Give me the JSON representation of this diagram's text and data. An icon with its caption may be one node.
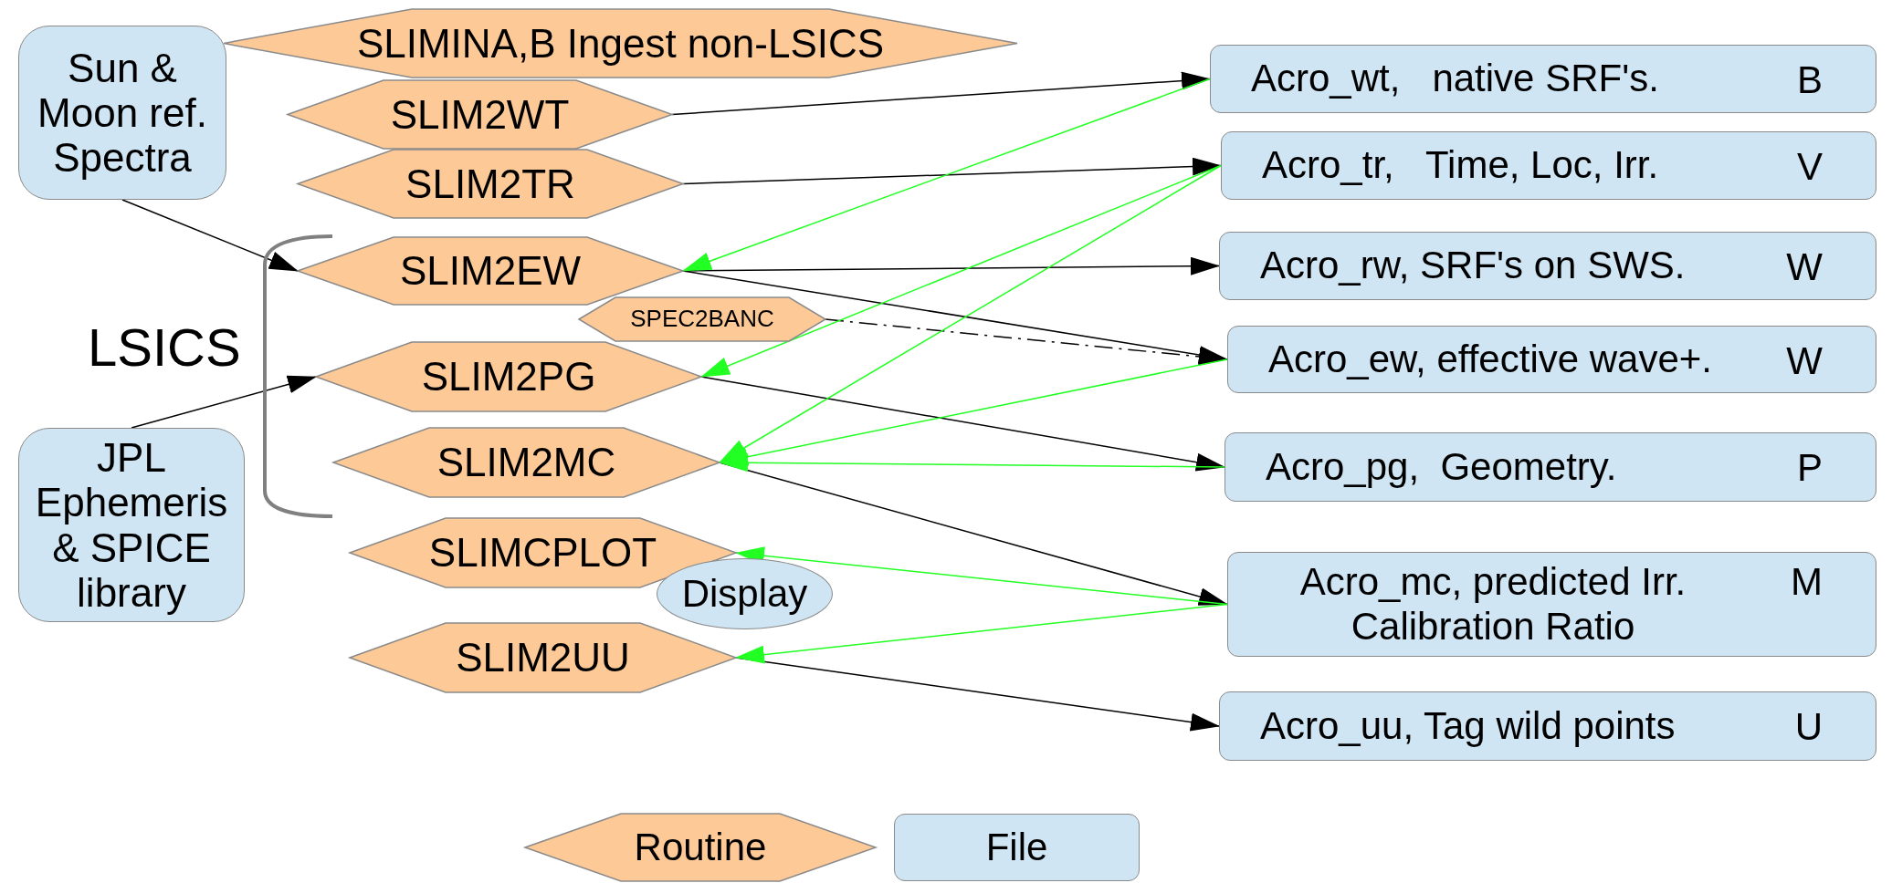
{
  "diagram": {
    "nodes": [
      {
        "text": [
          "Sun & Moon ref. Spectra"
        ]
      },
      {
        "text": [
          "SLIMINA,B Ingest non-LSICS"
        ]
      },
      {
        "text": [
          "SLIM2WT"
        ]
      },
      {
        "text": [
          "SLIM2TR"
        ]
      },
      {
        "text": [
          "SLIM2EW"
        ]
      },
      {
        "text": [
          "SPEC2BANC"
        ]
      },
      {
        "text": [
          "SLIM2PG"
        ]
      },
      {
        "text": [
          "JPL Ephemeris & SPICE library"
        ]
      },
      {
        "text": [
          "SLIM2MC"
        ]
      },
      {
        "text": [
          "SLIMCPLOT"
        ]
      },
      {
        "text": [
          "Display"
        ]
      },
      {
        "text": [
          "SLIM2UU"
        ]
      },
      {
        "text": [
          "Acro_wt,   native SRF's.",
          "B"
        ]
      },
      {
        "text": [
          "Acro_tr,   Time, Loc, Irr.",
          "V"
        ]
      },
      {
        "text": [
          "Acro_rw, SRF's on SWS.",
          "W"
        ]
      },
      {
        "text": [
          "Acro_ew, effective wave+.",
          "W"
        ]
      },
      {
        "text": [
          "Acro_pg,  Geometry.",
          "P"
        ]
      },
      {
        "text": [
          "Acro_mc, predicted Irr. Calibration Ratio",
          "M"
        ]
      },
      {
        "text": [
          "Acro_uu, Tag wild points",
          "U"
        ]
      }
    ],
    "edges": [
      {
        "from": 0,
        "to": 4,
        "arrow": "to"
      },
      {
        "from": 2,
        "to": 12,
        "arrow": "to"
      },
      {
        "from": 3,
        "to": 13,
        "arrow": "to"
      },
      {
        "from": 4,
        "to": 14,
        "arrow": "to"
      },
      {
        "from": 4,
        "to": 15,
        "arrow": "to"
      },
      {
        "from": 5,
        "to": 15,
        "arrow": "to",
        "style": "dashed"
      },
      {
        "from": 7,
        "to": 6,
        "arrow": "to"
      },
      {
        "from": 6,
        "to": 16,
        "arrow": "to"
      },
      {
        "from": 8,
        "to": 17,
        "arrow": "to"
      },
      {
        "from": 11,
        "to": 18,
        "arrow": "to"
      },
      {
        "from": 12,
        "to": 4,
        "arrow": "to",
        "color": "#22ff22"
      },
      {
        "from": 13,
        "to": 6,
        "arrow": "to",
        "color": "#22ff22"
      },
      {
        "from": 13,
        "to": 8,
        "arrow": "to",
        "color": "#22ff22"
      },
      {
        "from": 15,
        "to": 8,
        "arrow": "to",
        "color": "#22ff22"
      },
      {
        "from": 16,
        "to": 8,
        "arrow": "to",
        "color": "#22ff22"
      },
      {
        "from": 17,
        "to": 9,
        "arrow": "to",
        "color": "#22ff22"
      },
      {
        "from": 17,
        "to": 11,
        "arrow": "to",
        "color": "#22ff22"
      }
    ],
    "labels": [
      "LSICS"
    ],
    "legend": [
      {
        "text": "Routine",
        "color": "#fdc997"
      },
      {
        "text": "File",
        "color": "#cfe5f3"
      }
    ]
  }
}
